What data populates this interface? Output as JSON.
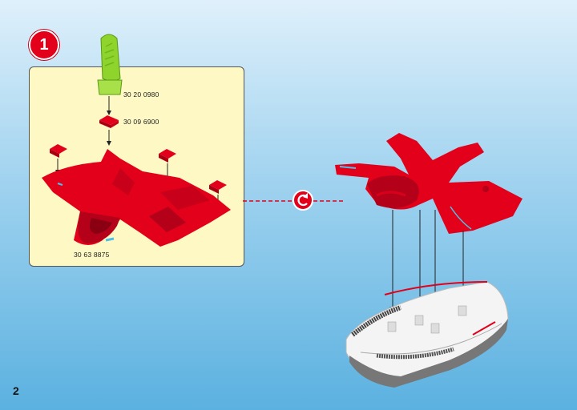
{
  "step": {
    "number": "1"
  },
  "parts": [
    {
      "code": "30 20 0980"
    },
    {
      "code": "30 09 6900"
    },
    {
      "code": "30 63 8875"
    }
  ],
  "page": {
    "number": "2"
  },
  "colors": {
    "red_part": "#e2001a",
    "green_part": "#8fd42c",
    "panel_bg": "#fdf8c4",
    "hull": "#f4f4f4"
  }
}
